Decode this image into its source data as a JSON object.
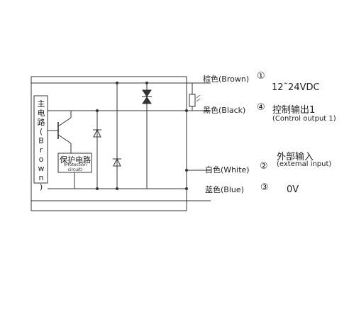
{
  "main_circuit": {
    "chars": [
      "主",
      "电",
      "路",
      "(",
      "B",
      "r",
      "o",
      "w",
      "n",
      ")"
    ]
  },
  "protection_circuit": {
    "cn": "保护电路",
    "en_line1": "(Protection",
    "en_line2": "circuit)"
  },
  "wires": [
    {
      "color_label": "棕色(Brown)",
      "number": "①",
      "desc_cn": "12˜24VDC",
      "desc_en": ""
    },
    {
      "color_label": "黑色(Black)",
      "number": "④",
      "desc_cn": "控制输出1",
      "desc_en": "(Control output 1)"
    },
    {
      "color_label": "白色(White)",
      "number": "②",
      "desc_cn": "外部输入",
      "desc_en": "(extemal input)"
    },
    {
      "color_label": "蓝色(Blue)",
      "number": "③",
      "desc_cn": "0V",
      "desc_en": ""
    }
  ],
  "colors": {
    "line": "#333333",
    "text": "#222222",
    "background": "#ffffff"
  }
}
